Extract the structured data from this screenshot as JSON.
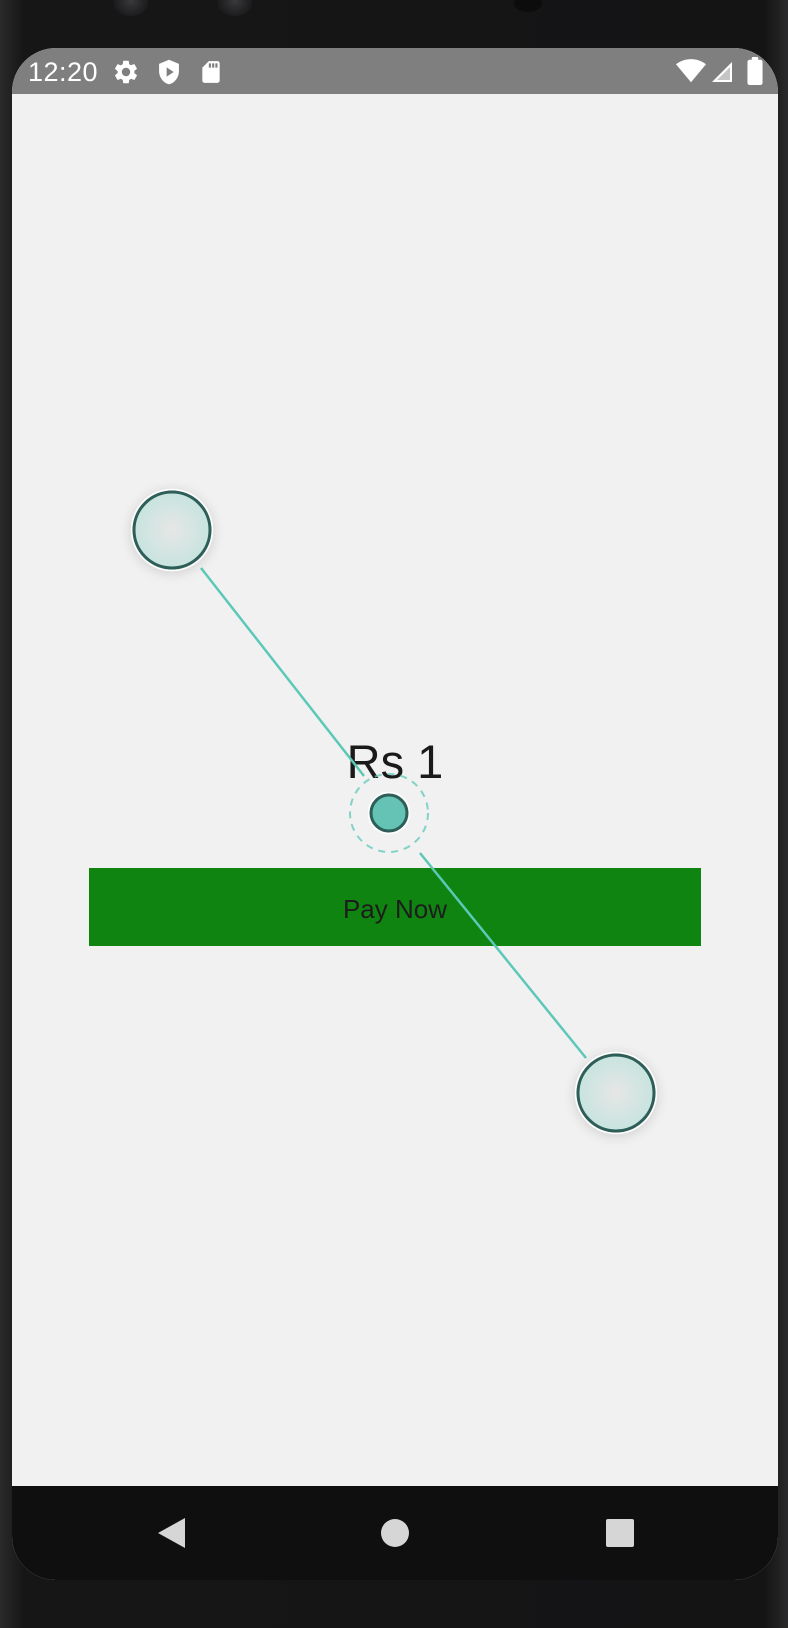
{
  "status_bar": {
    "time": "12:20",
    "left_icons": [
      "settings-icon",
      "shield-play-icon",
      "sd-card-icon"
    ],
    "right_icons": [
      "wifi-icon",
      "signal-icon",
      "battery-icon"
    ]
  },
  "main": {
    "price": "Rs 1",
    "pay_button_label": "Pay Now"
  },
  "gesture_overlay": {
    "type": "pinch-zoom-indicator"
  },
  "nav_bar": {
    "buttons": [
      "back-icon",
      "home-icon",
      "recents-icon"
    ]
  },
  "colors": {
    "status_bar": "#7f7f7f",
    "background": "#f1f1f1",
    "pay_button": "#0f8411",
    "gesture_accent": "#5cc8b8",
    "nav_bar": "#0f0f0f"
  }
}
